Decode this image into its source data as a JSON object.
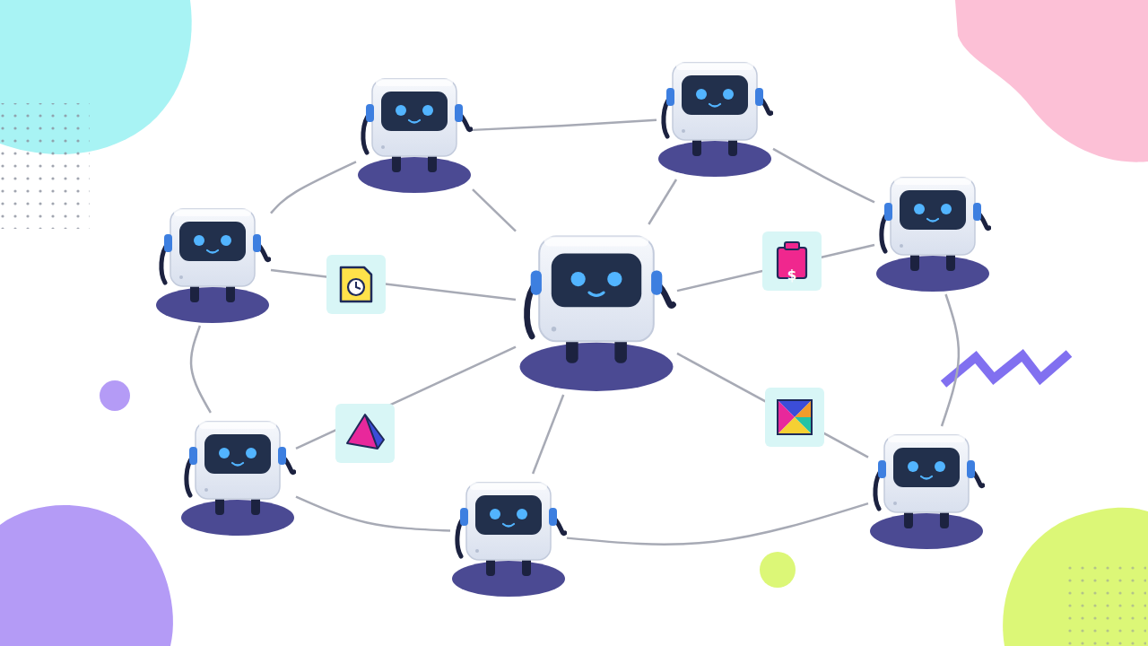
{
  "diagram": {
    "nodes": [
      {
        "text": []
      },
      {
        "text": []
      },
      {
        "text": []
      },
      {
        "text": []
      },
      {
        "text": []
      },
      {
        "text": []
      },
      {
        "text": []
      },
      {
        "text": []
      }
    ],
    "edges": [
      {
        "from": 0,
        "to": 1,
        "arrow": "none"
      },
      {
        "from": 0,
        "to": 2,
        "arrow": "none"
      },
      {
        "from": 0,
        "to": 3,
        "arrow": "none"
      },
      {
        "from": 0,
        "to": 4,
        "arrow": "none"
      },
      {
        "from": 0,
        "to": 5,
        "arrow": "none"
      },
      {
        "from": 0,
        "to": 6,
        "arrow": "none"
      },
      {
        "from": 0,
        "to": 7,
        "arrow": "none"
      },
      {
        "from": 1,
        "to": 2,
        "arrow": "none"
      },
      {
        "from": 2,
        "to": 3,
        "arrow": "none"
      },
      {
        "from": 3,
        "to": 4,
        "arrow": "none"
      },
      {
        "from": 4,
        "to": 5,
        "arrow": "none"
      },
      {
        "from": 5,
        "to": 6,
        "arrow": "none"
      },
      {
        "from": 6,
        "to": 7,
        "arrow": "none"
      },
      {
        "from": 7,
        "to": 1,
        "arrow": "none"
      }
    ],
    "labels": [
      "$"
    ]
  }
}
